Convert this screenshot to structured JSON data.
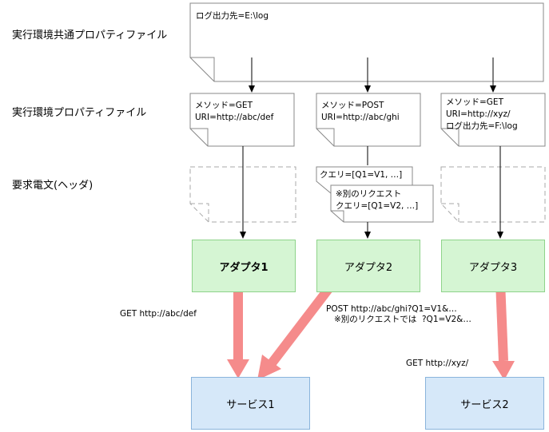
{
  "rows": {
    "common_props": "実行環境共通プロパティファイル",
    "env_props": "実行環境プロパティファイル",
    "request_header": "要求電文(ヘッダ)"
  },
  "common_file": {
    "line1": "ログ出力先=E:\\log"
  },
  "env_files": [
    {
      "lines": "メソッド=GET\nURI=http://abc/def"
    },
    {
      "lines": "メソッド=POST\nURI=http://abc/ghi"
    },
    {
      "lines": "メソッド=GET\nURI=http://xyz/\nログ出力先=F:\\log"
    }
  ],
  "request_docs": {
    "doc2_front": "クエリ=[Q1=V1, …]",
    "doc2_back": "※別のリクエスト\nクエリ=[Q1=V2, …]"
  },
  "adapters": [
    {
      "label": "アダプタ1"
    },
    {
      "label": "アダプタ2"
    },
    {
      "label": "アダプタ3"
    }
  ],
  "services": [
    {
      "label": "サービス1"
    },
    {
      "label": "サービス2"
    }
  ],
  "edges": {
    "a1_to_s1": "GET http://abc/def",
    "a2_to_s1": "POST http://abc/ghi?Q1=V1&…\n   ※別のリクエストでは  ?Q1=V2&…",
    "a3_to_s2": "GET http://xyz/"
  },
  "colors": {
    "adapter_fill": "#d5f5d3",
    "service_fill": "#d6e8f9",
    "thick_arrow": "#f58b8b"
  }
}
